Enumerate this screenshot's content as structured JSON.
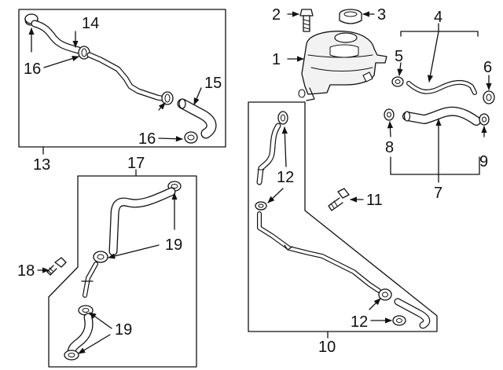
{
  "diagram": {
    "callouts": {
      "n1": "1",
      "n2": "2",
      "n3": "3",
      "n4": "4",
      "n5": "5",
      "n6": "6",
      "n7": "7",
      "n8": "8",
      "n9": "9",
      "n10": "10",
      "n11": "11",
      "n12a": "12",
      "n12b": "12",
      "n13": "13",
      "n14": "14",
      "n15": "15",
      "n16a": "16",
      "n16b": "16",
      "n17": "17",
      "n18": "18",
      "n19a": "19",
      "n19b": "19"
    },
    "colors": {
      "line": "#111111",
      "paper": "#ffffff",
      "part_fill": "#f2f2f2"
    }
  }
}
